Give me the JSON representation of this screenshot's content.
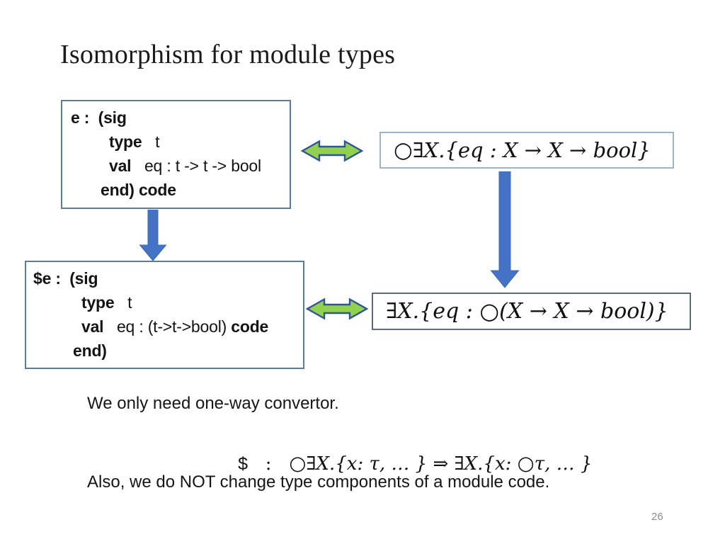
{
  "title": "Isomorphism for module types",
  "page_number": "26",
  "box_e": {
    "lines": [
      {
        "parts": [
          {
            "text": "e :  (sig"
          }
        ]
      },
      {
        "parts": [
          {
            "text": "type"
          },
          {
            "text": "   t"
          }
        ]
      },
      {
        "parts": [
          {
            "text": "val"
          },
          {
            "text": "   eq : t -> t -> bool"
          }
        ]
      },
      {
        "parts": [
          {
            "text": "end) code"
          }
        ]
      }
    ]
  },
  "box_se": {
    "lines": [
      {
        "parts": [
          {
            "text": "$e :  (sig"
          }
        ]
      },
      {
        "parts": [
          {
            "text": "type"
          },
          {
            "text": "   t"
          }
        ]
      },
      {
        "parts": [
          {
            "text": "val"
          },
          {
            "text": "   eq : (t->t->bool) "
          },
          {
            "text": "code"
          }
        ]
      },
      {
        "parts": [
          {
            "text": "end)"
          }
        ]
      }
    ]
  },
  "formula_top": {
    "parts": [
      {
        "text": "○"
      },
      {
        "text": "∃X.{eq : X → X → bool}"
      }
    ]
  },
  "formula_bottom": {
    "parts": [
      {
        "text": "∃X.{eq : "
      },
      {
        "text": "○"
      },
      {
        "text": "(X → X → bool)}"
      }
    ]
  },
  "convertor": {
    "parts": [
      {
        "text": "$"
      },
      {
        "text": "   :   "
      },
      {
        "text": "○"
      },
      {
        "text": "∃X.{x: τ, … } ⇒ ∃X.{x: "
      },
      {
        "text": "○"
      },
      {
        "text": "τ, … }"
      }
    ]
  },
  "notes": {
    "one_way": "We only need one-way convertor.",
    "no_change": "Also, we do NOT change type components of a module code."
  },
  "icons": {
    "horizontal": "double-headed-arrow",
    "vertical": "down-block-arrow"
  },
  "colors": {
    "arrow_green_fill": "#92D050",
    "arrow_green_outline": "#2E5597",
    "arrow_blue_fill": "#4472C4",
    "code_box_border": "#5B7BA0",
    "formula_top_border": "#9FB4C9",
    "formula_bottom_border": "#5E6B7B",
    "page_number_gray": "#8C8C8C"
  }
}
